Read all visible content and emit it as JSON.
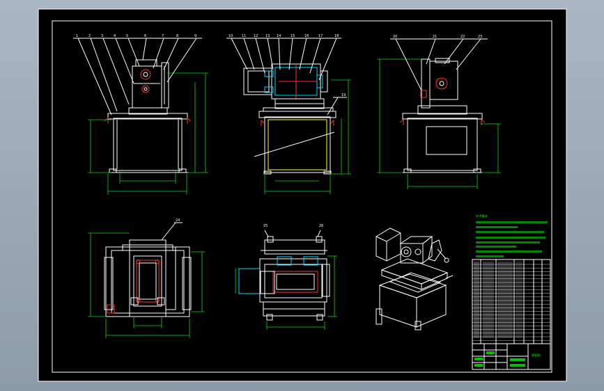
{
  "balloons_front": [
    "1",
    "2",
    "3",
    "4",
    "5",
    "6",
    "7",
    "8",
    "9"
  ],
  "balloons_section": [
    "10",
    "11",
    "12",
    "13",
    "14",
    "15",
    "16",
    "17",
    "18"
  ],
  "section_extra": "19",
  "balloons_side": [
    "20",
    "21",
    "22",
    "23"
  ],
  "plan_label": "24",
  "section_b_labels": [
    "25",
    "26"
  ],
  "note_title": "技术要求",
  "title_block_name": "装配图"
}
